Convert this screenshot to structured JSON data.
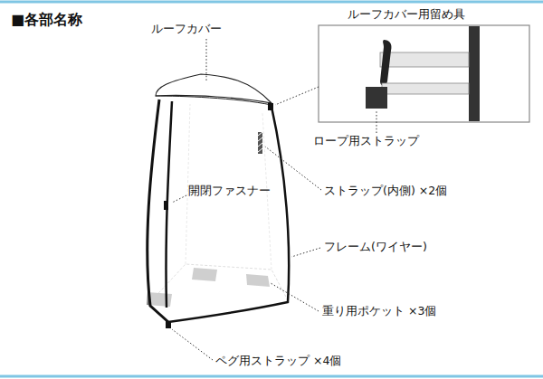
{
  "diagram": {
    "title": "■各部名称",
    "labels": [
      "ルーフカバー",
      "ルーフカバー用留め具",
      "ロープ用ストラップ",
      "ストラップ(内側) ×2個",
      "開閉ファスナー",
      "フレーム(ワイヤー)",
      "重り用ポケット ×3個",
      "ペグ用ストラップ ×4個"
    ]
  }
}
